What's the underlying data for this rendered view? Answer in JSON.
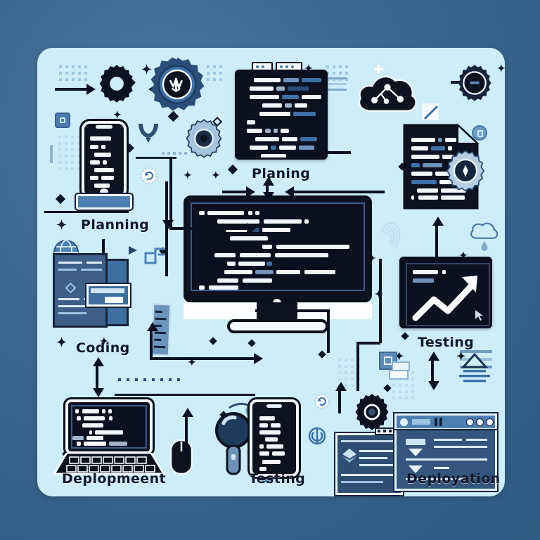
{
  "page": {
    "title": "Software Development Lifecycle Infographic",
    "background_color": "#3B678F",
    "card_color": "#CDEDF8",
    "ink_color": "#0D1220",
    "accent_blue": "#3C6FA8",
    "light_blue": "#6E93BC"
  },
  "stages": [
    {
      "id": "planning-left",
      "label": "Planning",
      "position": "left-upper"
    },
    {
      "id": "planing-top",
      "label": "Planing",
      "position": "top-center"
    },
    {
      "id": "coding",
      "label": "Coding",
      "position": "left-middle"
    },
    {
      "id": "testing-right",
      "label": "Testing",
      "position": "right-middle"
    },
    {
      "id": "deplopmeent",
      "label": "Deplopmeent",
      "position": "bottom-left"
    },
    {
      "id": "testing-bottom",
      "label": "Testing",
      "position": "bottom-center"
    },
    {
      "id": "deployation",
      "label": "Deployation",
      "position": "bottom-right"
    }
  ],
  "icons": {
    "gear_top_left": "gear-icon",
    "gear_mid_left": "gear-icon",
    "gear_center_right": "gear-icon",
    "gear_bottom_center": "gear-icon",
    "gear_compass": "settings-dial-icon",
    "cloud_network": "cloud-network-icon",
    "cloud_rain": "cloud-rain-icon",
    "globe": "globe-icon",
    "magnifier": "magnifying-glass-icon",
    "mouse": "computer-mouse-icon",
    "document_gear": "document-settings-icon",
    "chart_up": "trending-up-chart-icon",
    "phone_left": "smartphone-dock-icon",
    "phone_bottom": "smartphone-icon",
    "laptop": "laptop-icon",
    "monitor": "desktop-monitor-icon",
    "browser_window": "browser-window-icon",
    "code_window_top": "code-editor-window-icon",
    "file_stack": "document-stack-icon",
    "ruler": "ruler-icon",
    "refresh_small": "refresh-cycle-icon",
    "layers": "layers-icon",
    "chat_bubbles": "chat-bubbles-icon",
    "fingerprint": "fingerprint-icon",
    "upload": "upload-icon"
  },
  "code_windows": {
    "top_editor": {
      "name": "code-editor-window",
      "lines": [
        "                 ",
        "    ___  __   ___  ____",
        "  ____   _____   ____",
        "    __  _______  ___",
        "      ______   ______",
        " __   ",
        " ___  _ _  __ ",
        "   _____  _____  ____",
        "  ___  _ _____   ___",
        "     ______"
      ]
    },
    "monitor_main": {
      "name": "monitor-code",
      "lines": [
        "( ________ ; ; )",
        "  ________, ___________  ) )",
        "    ______ _ ________",
        "    ____________",
        "         ---) ontywrotosimt oppon3)",
        "  (onip ; ;  _______ w-savvta aittip",
        "     *f  ____  _  ( )",
        "   * ________  ____  ; ) raqptain)",
        "    ______   ________  ; )",
        "( 5 _______ ; ; )"
      ]
    },
    "laptop": {
      "name": "laptop-code",
      "lines": [
        "#  ____  ( ; }",
        "#  __  ______   ; )",
        "   __  ______",
        "      # * a vaghpfin;)",
        " rnfux ______",
        "   %  ___  venauini( )",
        "  # f : x.xncts, v * omlodro"
      ]
    },
    "phone_bottom": {
      "name": "phone-code",
      "lines": [
        "__",
        "___ }",
        "_ ___",
        "__",
        "_ ___",
        "__ ___",
        "____",
        "__"
      ]
    }
  },
  "arrows": [
    {
      "name": "arrow-top-left-into-gear",
      "direction": "right"
    },
    {
      "name": "arrow-gear-to-gear-left",
      "direction": "left"
    },
    {
      "name": "arrow-cloud-to-gear-right",
      "direction": "right"
    },
    {
      "name": "arrow-cloud-inbound-left",
      "direction": "left"
    },
    {
      "name": "arrow-planing-to-monitor",
      "direction": "down-up"
    },
    {
      "name": "arrow-monitor-inbound-right",
      "direction": "left"
    },
    {
      "name": "arrow-planning-down",
      "direction": "down"
    },
    {
      "name": "arrow-into-monitor-right",
      "direction": "right"
    },
    {
      "name": "arrow-coding-updown",
      "direction": "up-down"
    },
    {
      "name": "arrow-testing-updown",
      "direction": "up-down"
    },
    {
      "name": "arrow-testing-bottom-updown",
      "direction": "up-down"
    },
    {
      "name": "arrow-deployment-up",
      "direction": "up"
    },
    {
      "name": "arrow-document-updown",
      "direction": "up-down"
    },
    {
      "name": "arrow-bottom-center-up",
      "direction": "up"
    }
  ]
}
